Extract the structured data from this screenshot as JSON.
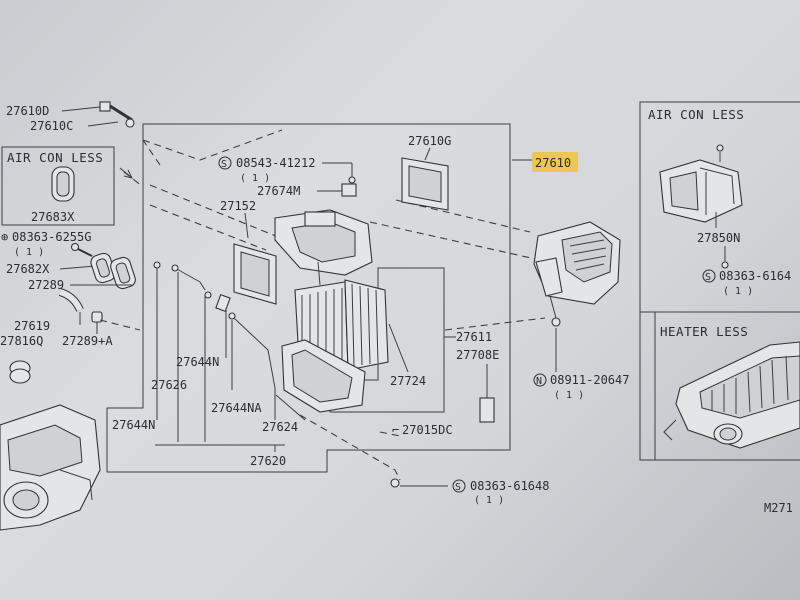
{
  "boxes": {
    "aircon_less_left": "AIR CON LESS",
    "aircon_less_right": "AIR CON LESS",
    "heater_less": "HEATER LESS"
  },
  "callouts": {
    "p27610d": "27610D",
    "p27610c": "27610C",
    "p27683x": "27683X",
    "b08363_6255g": "08363-6255G",
    "b08363_6255g_qty": "( 1 )",
    "p27682x": "27682X",
    "p27289": "27289",
    "p27619": "27619",
    "p27816q": "27816Q",
    "p27289a": "27289+A",
    "b08543_41212": "08543-41212",
    "b08543_41212_qty": "( 1 )",
    "p27674m": "27674M",
    "p27610g": "27610G",
    "p27610": "27610",
    "p27152": "27152",
    "p27611": "27611",
    "p27708e": "27708E",
    "p27724": "27724",
    "p27644n_a": "27644N",
    "p27626": "27626",
    "p27644na": "27644NA",
    "p27644n_b": "27644N",
    "p27624": "27624",
    "p27015dc": "27015DC",
    "p27620": "27620",
    "n08911_20647": "08911-20647",
    "n08911_20647_qty": "( 1 )",
    "b08363_61648": "08363-61648",
    "b08363_61648_qty": "( 1 )",
    "p27850n": "27850N",
    "b08363_6164": "08363-6164",
    "b08363_6164_qty": "( 1 )",
    "fig_code": "M271"
  },
  "highlight_color": "#f2c23a"
}
